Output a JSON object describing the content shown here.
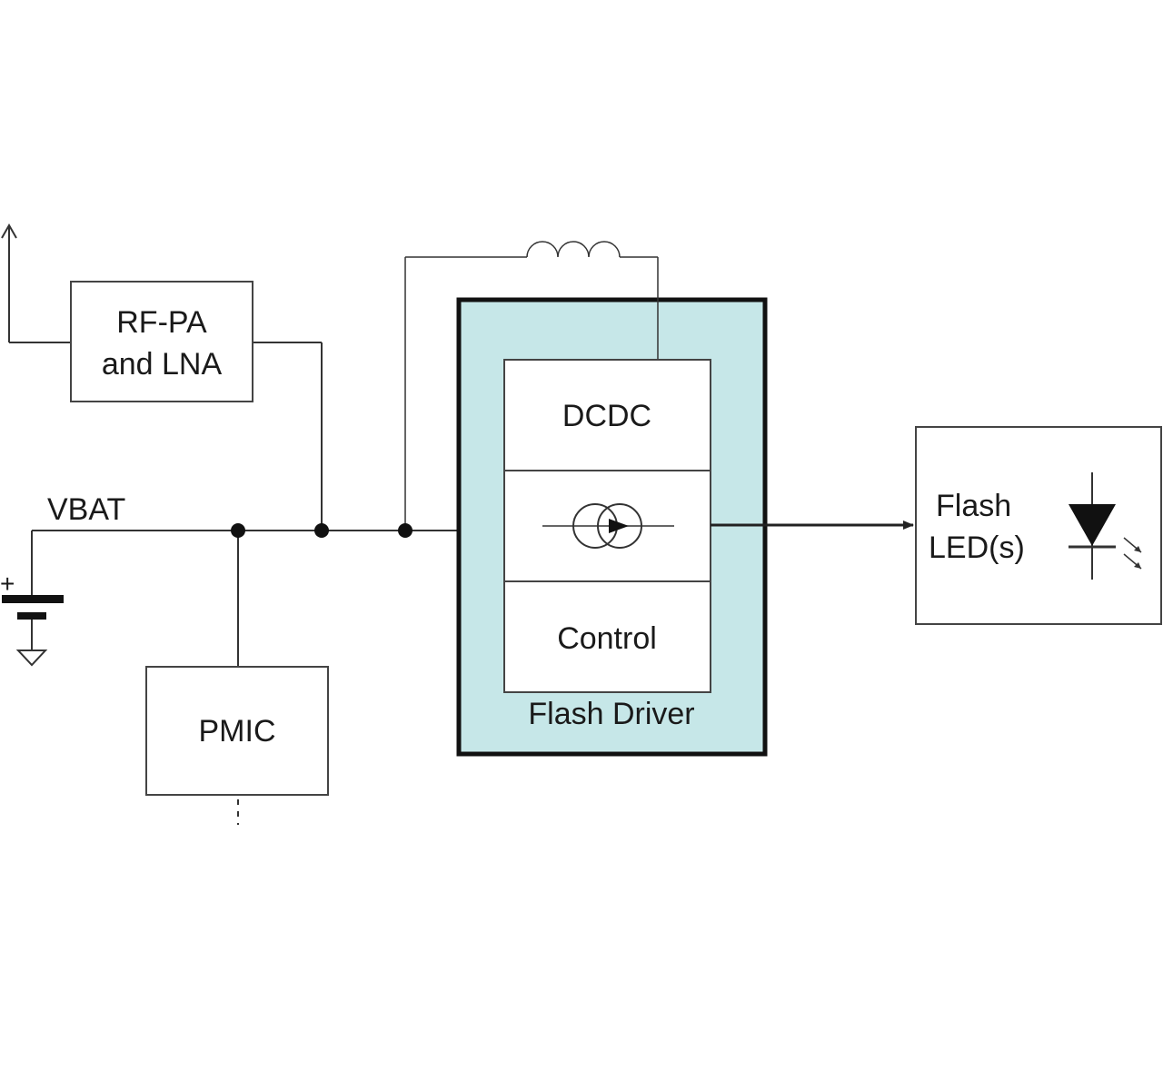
{
  "colors": {
    "driver_fill": "#c6e7e8",
    "line": "#333333",
    "box_border": "#444444",
    "background": "#ffffff"
  },
  "icons": {
    "antenna": "antenna-icon",
    "battery": "battery-icon",
    "ground": "ground-icon",
    "inductor": "inductor-icon",
    "current_source": "current-source-icon",
    "led": "led-diode-icon"
  },
  "labels": {
    "vbat": "VBAT",
    "battery_plus": "+",
    "rfpa_line1": "RF-PA",
    "rfpa_line2": "and LNA",
    "pmic": "PMIC",
    "dcdc": "DCDC",
    "control": "Control",
    "flash_driver": "Flash Driver",
    "flash_led_line1": "Flash",
    "flash_led_line2": "LED(s)"
  }
}
